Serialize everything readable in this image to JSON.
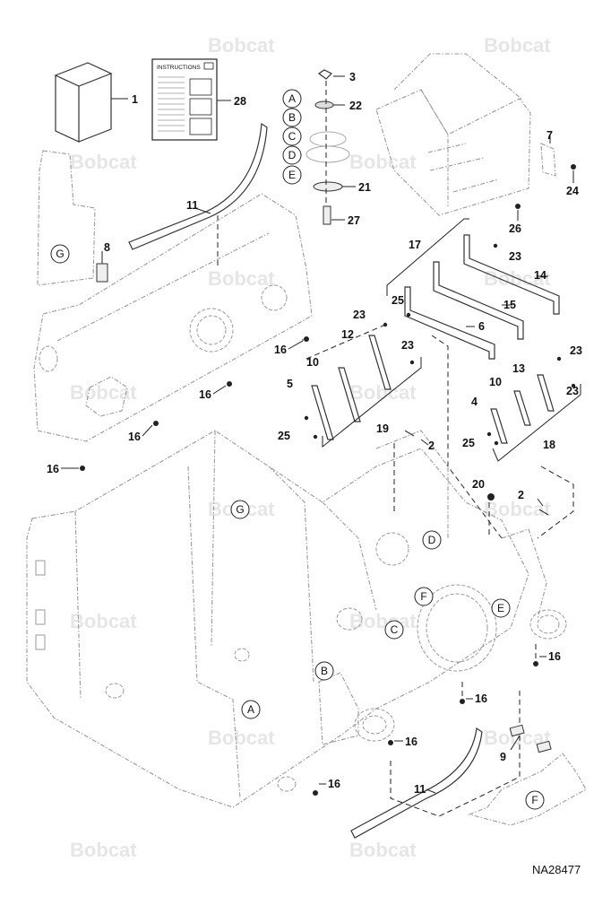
{
  "diagram_id": "NA28477",
  "watermark": "Bobcat",
  "instructions_label": "INSTRUCTIONS",
  "letters": [
    "A",
    "B",
    "C",
    "D",
    "E",
    "F",
    "G"
  ],
  "callouts": {
    "c1": "1",
    "c2a": "2",
    "c2b": "2",
    "c3": "3",
    "c4": "4",
    "c5": "5",
    "c6": "6",
    "c7": "7",
    "c8": "8",
    "c9": "9",
    "c10a": "10",
    "c10b": "10",
    "c11a": "11",
    "c11b": "11",
    "c12": "12",
    "c13": "13",
    "c14": "14",
    "c15": "15",
    "c16a": "16",
    "c16b": "16",
    "c16c": "16",
    "c16d": "16",
    "c16e": "16",
    "c16f": "16",
    "c16g": "16",
    "c16h": "16",
    "c17": "17",
    "c18": "18",
    "c19": "19",
    "c20": "20",
    "c21": "21",
    "c22": "22",
    "c23a": "23",
    "c23b": "23",
    "c23c": "23",
    "c23d": "23",
    "c23e": "23",
    "c24": "24",
    "c25a": "25",
    "c25b": "25",
    "c25c": "25",
    "c26": "26",
    "c27": "27",
    "c28": "28"
  }
}
